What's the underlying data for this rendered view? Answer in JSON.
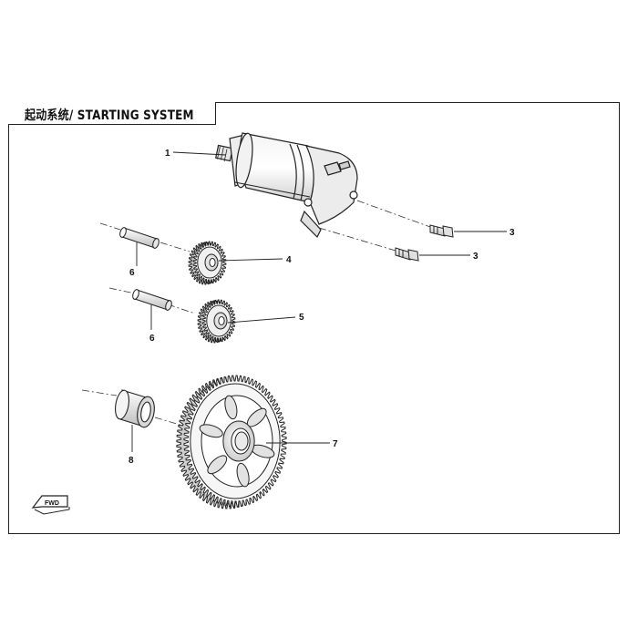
{
  "header": {
    "title": "起动系统/ STARTING SYSTEM"
  },
  "callouts": [
    {
      "id": "1",
      "label": "1"
    },
    {
      "id": "3a",
      "label": "3"
    },
    {
      "id": "3b",
      "label": "3"
    },
    {
      "id": "4",
      "label": "4"
    },
    {
      "id": "5",
      "label": "5"
    },
    {
      "id": "6a",
      "label": "6"
    },
    {
      "id": "6b",
      "label": "6"
    },
    {
      "id": "7",
      "label": "7"
    },
    {
      "id": "8",
      "label": "8"
    }
  ],
  "direction_badge": {
    "label": "FWD"
  },
  "colors": {
    "ink": "#111111",
    "line": "#222222",
    "shade": "#cfcfcf"
  }
}
